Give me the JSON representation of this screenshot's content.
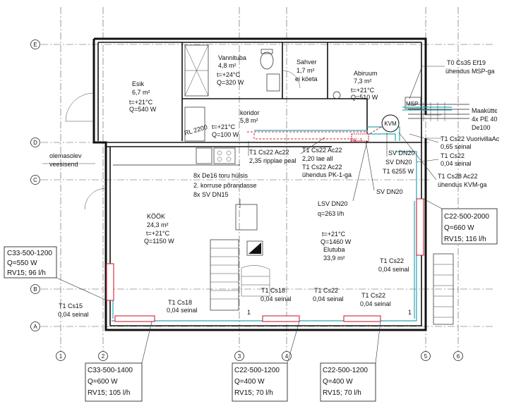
{
  "grid": {
    "rows": [
      "E",
      "D",
      "C",
      "B",
      "A"
    ],
    "cols": [
      "1",
      "2",
      "3",
      "4",
      "5",
      "6"
    ]
  },
  "rooms": {
    "esik": {
      "name": "Esik",
      "area": "6,7 m²",
      "temp": "t=+21°C",
      "q": "Q=540 W"
    },
    "vannituba": {
      "name": "Vannituba",
      "area": "4,8 m²",
      "temp": "t=+24°C",
      "q": "Q=320 W"
    },
    "sahver": {
      "name": "Sahver",
      "area": "1,7 m²",
      "note": "ei köeta"
    },
    "abiruum": {
      "name": "Abiruum",
      "area": "7,3 m²",
      "temp": "t=+21°C",
      "q": "Q=510 W"
    },
    "koridor": {
      "name": "koridor",
      "area": "5,8 m²",
      "temp": "t=+21°C",
      "q": "Q=100 W"
    },
    "kook": {
      "name": "KÖÖK",
      "area": "24,3 m²",
      "temp": "t=+21°C",
      "q": "Q=1150 W"
    },
    "elutuba": {
      "temp": "t=+21°C",
      "q": "Q=1460 W",
      "name": "Elutuba",
      "area": "33,9 m²"
    }
  },
  "annotations": {
    "t0_cs35": "T0 Cs35 Ef19",
    "uhendus_msp": "ühendus MSP-ga",
    "msp": "MSP",
    "kvm": "KVM",
    "maakytte": "Maaküttє",
    "pe_pipes": "4x PE 40",
    "de100": "De100",
    "vuorivilla": "T1 Cs22 VuorivillaAc",
    "seinal_065": "0,65 seinal",
    "t1_cs22_a": "T1 Cs22",
    "seinal_004a": "0,04 seinal",
    "t1_cs28": "T1 Cs28 Ac22",
    "uhendus_kvm": "ühendus KVM-ga",
    "olemasolev": "olemasolev",
    "veesisend": "veesisend",
    "pk1": "PK-1",
    "ripplae_t1": "T1 Cs22 Ac22",
    "ripplae_note": "2,35 ripplae peal",
    "lae_t1": "T1 Cs22 Ac22",
    "lae_note": "2,20 lae all",
    "pk1_t1": "T1 Cs22 Ac22",
    "pk1_note": "ühendus PK-1-ga",
    "sv_dn20_a": "SV DN20",
    "sv_dn20_b": "SV DN20",
    "t1_6255": "T1 6255 W",
    "sv_dn20_c": "SV DN20",
    "de16": "8x De16 toru hülsis",
    "korruse": "2. korruse põrandasse",
    "sv_dn15": "8x SV DN15",
    "lsv": "LSV DN20",
    "lsv_q": "q=263 l/h",
    "cs22_floor_right": "T1 Cs22",
    "cs22_floor_right_s": "0,04 seinal",
    "cs18_a": "T1 Cs18",
    "cs18_a_s": "0,04 seinal",
    "cs18_b": "T1 Cs18",
    "cs18_b_s": "0,04 seinal",
    "cs22_mid": "T1 Cs22",
    "cs22_mid_s": "0,04 seinal",
    "cs22_right": "T1 Cs22",
    "cs22_right_s": "0,04 seinal",
    "cs15": "T1 Cs15",
    "cs15_s": "0,04 seinal",
    "rl": "RL 2200",
    "one_a": "1",
    "one_b": "1"
  },
  "radiators": {
    "r1": {
      "model": "C33-500-1200",
      "q": "Q=550 W",
      "rv": "RV15; 96 l/h"
    },
    "r2": {
      "model": "C22-500-2000",
      "q": "Q=660 W",
      "rv": "RV15; 116 l/h"
    },
    "r3": {
      "model": "C33-500-1400",
      "q": "Q=600 W",
      "rv": "RV15; 105 l/h"
    },
    "r4": {
      "model": "C22-500-1200",
      "q": "Q=400 W",
      "rv": "RV15; 70 l/h"
    },
    "r5": {
      "model": "C22-500-1200",
      "q": "Q=400 W",
      "rv": "RV15; 70 l/h"
    }
  },
  "colors": {
    "pipe": "#2aa6b5",
    "duct": "#d2243a",
    "radiator": "#d2243a"
  }
}
